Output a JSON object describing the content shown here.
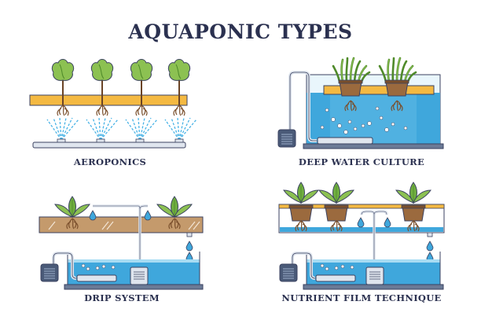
{
  "title": "AQUAPONIC TYPES",
  "panels": [
    {
      "id": "aeroponics",
      "label": "AEROPONICS"
    },
    {
      "id": "deep-water-culture",
      "label": "DEEP WATER CULTURE"
    },
    {
      "id": "drip-system",
      "label": "DRIP SYSTEM"
    },
    {
      "id": "nutrient-film-technique",
      "label": "NUTRIENT FILM TECHNIQUE"
    }
  ],
  "colors": {
    "outline": "#3b4260",
    "title": "#2b3150",
    "leaf": "#6fae3f",
    "leaf_light": "#a6d36a",
    "stem": "#6b4426",
    "root": "#7a4f2c",
    "tray": "#f4b942",
    "water": "#3fa7dc",
    "water_light": "#a8dcf3",
    "soil": "#c49a6c",
    "pipe": "#dfe5ee",
    "pump": "#4a5a78",
    "spray": "#49b3e6"
  }
}
